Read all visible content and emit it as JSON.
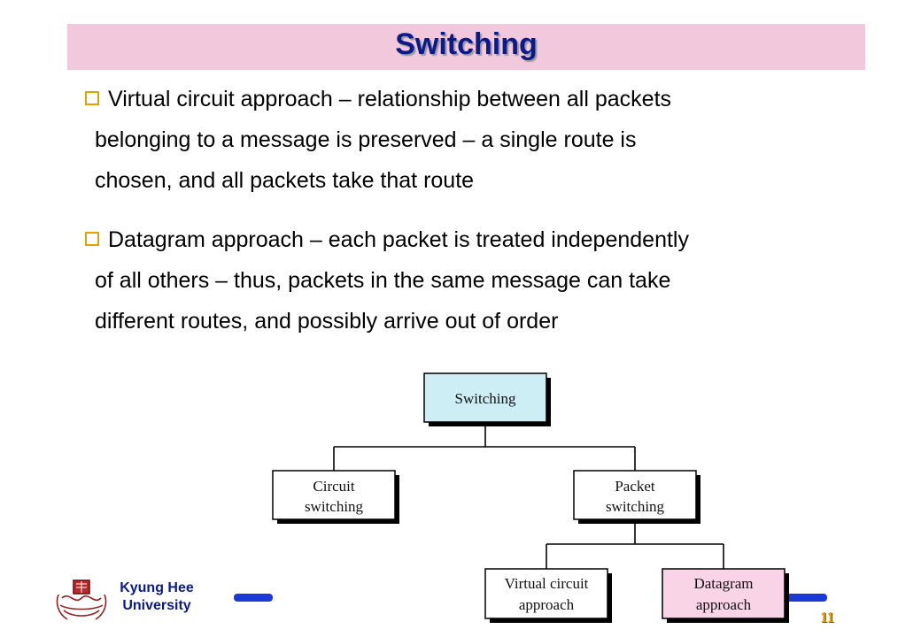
{
  "slide": {
    "title": "Switching",
    "page_number": "11"
  },
  "bullets": [
    {
      "lines": [
        "Virtual circuit approach – relationship between all packets",
        "belonging to a message is preserved – a single route is",
        "chosen, and all packets take that route"
      ]
    },
    {
      "lines": [
        "Datagram approach – each packet is treated independently",
        "of all others – thus, packets in the same message can take",
        "different routes, and possibly arrive out of order"
      ]
    }
  ],
  "diagram": {
    "root": [
      "Switching"
    ],
    "circuit": [
      "Circuit",
      "switching"
    ],
    "packet": [
      "Packet",
      "switching"
    ],
    "virtual": [
      "Virtual circuit",
      "approach"
    ],
    "datagram": [
      "Datagram",
      "approach"
    ],
    "colors": {
      "root_fill": "#cdeef4",
      "datagram_fill": "#f8d4e6",
      "box_fill": "#ffffff"
    }
  },
  "footer": {
    "university_line1": "Kyung Hee",
    "university_line2": "University",
    "logo_icon": "university-crest-icon",
    "accent_color": "#1a3ad8"
  }
}
